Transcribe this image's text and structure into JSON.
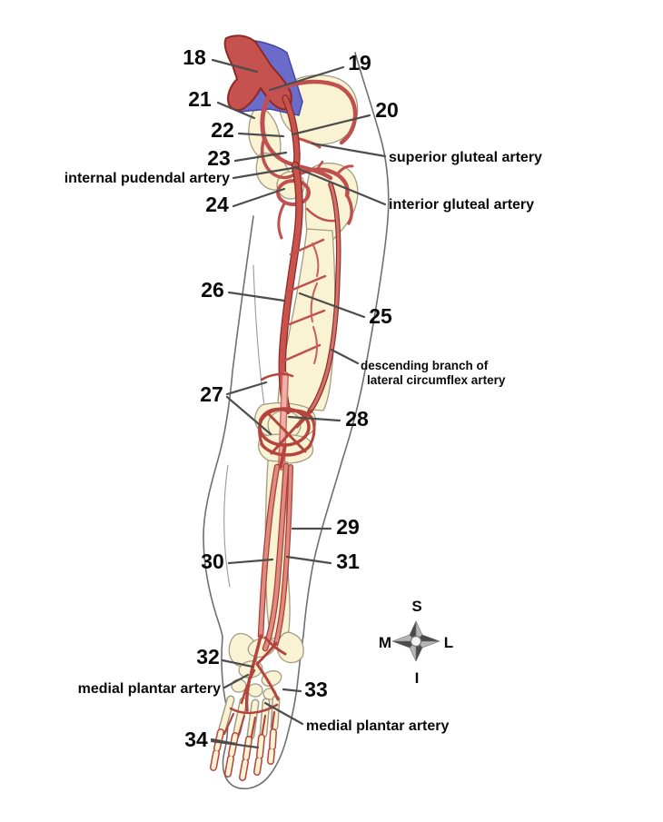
{
  "figure": {
    "type": "anatomical-diagram",
    "subject": "arteries of the lower limb (hip to foot) with numbered structures",
    "colors": {
      "artery": "#c5524e",
      "artery_dark": "#8e2a23",
      "artery_light": "#e08a80",
      "vein": "#6b6bcb",
      "bone": "#f9f2d3",
      "outline": "#6f6f6f",
      "leader": "#4d4d4d",
      "text": "#0a0a0a"
    },
    "numbers": {
      "n18": "18",
      "n19": "19",
      "n20": "20",
      "n21": "21",
      "n22": "22",
      "n23": "23",
      "n24": "24",
      "n25": "25",
      "n26": "26",
      "n27": "27",
      "n28": "28",
      "n29": "29",
      "n30": "30",
      "n31": "31",
      "n32": "32",
      "n33": "33",
      "n34": "34"
    },
    "labels": {
      "internal_pudendal": "internal pudendal artery",
      "superior_gluteal": "superior gluteal artery",
      "interior_gluteal": "interior gluteal artery",
      "descending_branch_line1": "descending branch of",
      "descending_branch_line2": "lateral circumflex artery",
      "medial_plantar_left": "medial plantar artery",
      "medial_plantar_right": "medial plantar artery"
    },
    "compass": {
      "top": "S",
      "left": "M",
      "right": "L",
      "bottom": "I"
    }
  }
}
